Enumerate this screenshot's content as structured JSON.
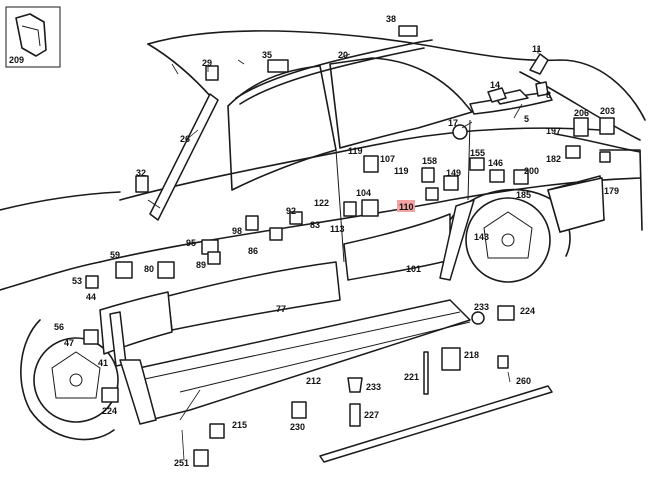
{
  "callouts": [
    {
      "id": "c-209",
      "text": "209"
    },
    {
      "id": "c-38",
      "text": "38"
    },
    {
      "id": "c-35",
      "text": "35"
    },
    {
      "id": "c-20",
      "text": "20"
    },
    {
      "id": "c-29",
      "text": "29"
    },
    {
      "id": "c-11",
      "text": "11"
    },
    {
      "id": "c-14",
      "text": "14"
    },
    {
      "id": "c-8",
      "text": "8"
    },
    {
      "id": "c-5",
      "text": "5"
    },
    {
      "id": "c-26",
      "text": "26"
    },
    {
      "id": "c-17",
      "text": "17"
    },
    {
      "id": "c-206",
      "text": "206"
    },
    {
      "id": "c-203",
      "text": "203"
    },
    {
      "id": "c-197",
      "text": "197"
    },
    {
      "id": "c-182",
      "text": "182"
    },
    {
      "id": "c-119a",
      "text": "119"
    },
    {
      "id": "c-107",
      "text": "107"
    },
    {
      "id": "c-158",
      "text": "158"
    },
    {
      "id": "c-155",
      "text": "155"
    },
    {
      "id": "c-146",
      "text": "146"
    },
    {
      "id": "c-200",
      "text": "200"
    },
    {
      "id": "c-32",
      "text": "32"
    },
    {
      "id": "c-119b",
      "text": "119"
    },
    {
      "id": "c-149",
      "text": "149"
    },
    {
      "id": "c-185",
      "text": "185"
    },
    {
      "id": "c-179",
      "text": "179"
    },
    {
      "id": "c-122",
      "text": "122"
    },
    {
      "id": "c-104",
      "text": "104"
    },
    {
      "id": "c-110",
      "text": "110"
    },
    {
      "id": "c-98",
      "text": "98"
    },
    {
      "id": "c-83",
      "text": "83"
    },
    {
      "id": "c-113",
      "text": "113"
    },
    {
      "id": "c-86",
      "text": "86"
    },
    {
      "id": "c-95",
      "text": "95"
    },
    {
      "id": "c-143",
      "text": "143"
    },
    {
      "id": "c-92",
      "text": "92"
    },
    {
      "id": "c-89",
      "text": "89"
    },
    {
      "id": "c-59",
      "text": "59"
    },
    {
      "id": "c-80",
      "text": "80"
    },
    {
      "id": "c-101",
      "text": "101"
    },
    {
      "id": "c-53",
      "text": "53"
    },
    {
      "id": "c-44",
      "text": "44"
    },
    {
      "id": "c-77",
      "text": "77"
    },
    {
      "id": "c-233a",
      "text": "233"
    },
    {
      "id": "c-224a",
      "text": "224"
    },
    {
      "id": "c-56",
      "text": "56"
    },
    {
      "id": "c-47",
      "text": "47"
    },
    {
      "id": "c-41",
      "text": "41"
    },
    {
      "id": "c-218",
      "text": "218"
    },
    {
      "id": "c-221",
      "text": "221"
    },
    {
      "id": "c-212",
      "text": "212"
    },
    {
      "id": "c-233b",
      "text": "233"
    },
    {
      "id": "c-260",
      "text": "260"
    },
    {
      "id": "c-224b",
      "text": "224"
    },
    {
      "id": "c-227",
      "text": "227"
    },
    {
      "id": "c-215",
      "text": "215"
    },
    {
      "id": "c-230",
      "text": "230"
    },
    {
      "id": "c-251",
      "text": "251"
    }
  ],
  "highlighted_callout": "110",
  "colors": {
    "line": "#1a1a1a",
    "highlight": "#f4a3a3",
    "background": "#ffffff"
  }
}
